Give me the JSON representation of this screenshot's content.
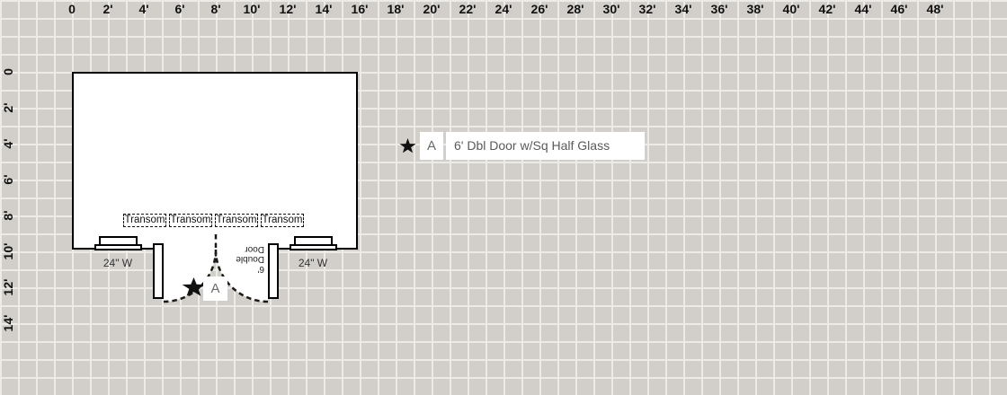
{
  "colors": {
    "grid_bg": "#d2cec9",
    "grid_line": "#edebe8",
    "wall": "#000000",
    "label_gray": "#5a5a5a",
    "marker_letter_gray": "#6a6a6a",
    "star_black": "#111111"
  },
  "rulers": {
    "top": [
      "0",
      "2'",
      "4'",
      "6'",
      "8'",
      "10'",
      "12'",
      "14'",
      "16'",
      "18'",
      "20'",
      "22'",
      "24'",
      "26'",
      "28'",
      "30'",
      "32'",
      "34'",
      "36'",
      "38'",
      "40'",
      "42'",
      "44'",
      "46'",
      "48'"
    ],
    "left": [
      "0",
      "2'",
      "4'",
      "6'",
      "8'",
      "10'",
      "12'",
      "14'"
    ]
  },
  "plan": {
    "transoms": [
      "Transom",
      "Transom",
      "Transom",
      "Transom"
    ],
    "windows": [
      {
        "label": "24\" W"
      },
      {
        "label": "24\" W"
      }
    ],
    "door": {
      "marker_icon": "star",
      "marker_letter": "A",
      "label_lines": [
        "6'",
        "Double",
        "Door"
      ]
    }
  },
  "legend": {
    "marker_icon": "star",
    "marker_letter": "A",
    "description": "6' Dbl Door w/Sq Half Glass"
  }
}
